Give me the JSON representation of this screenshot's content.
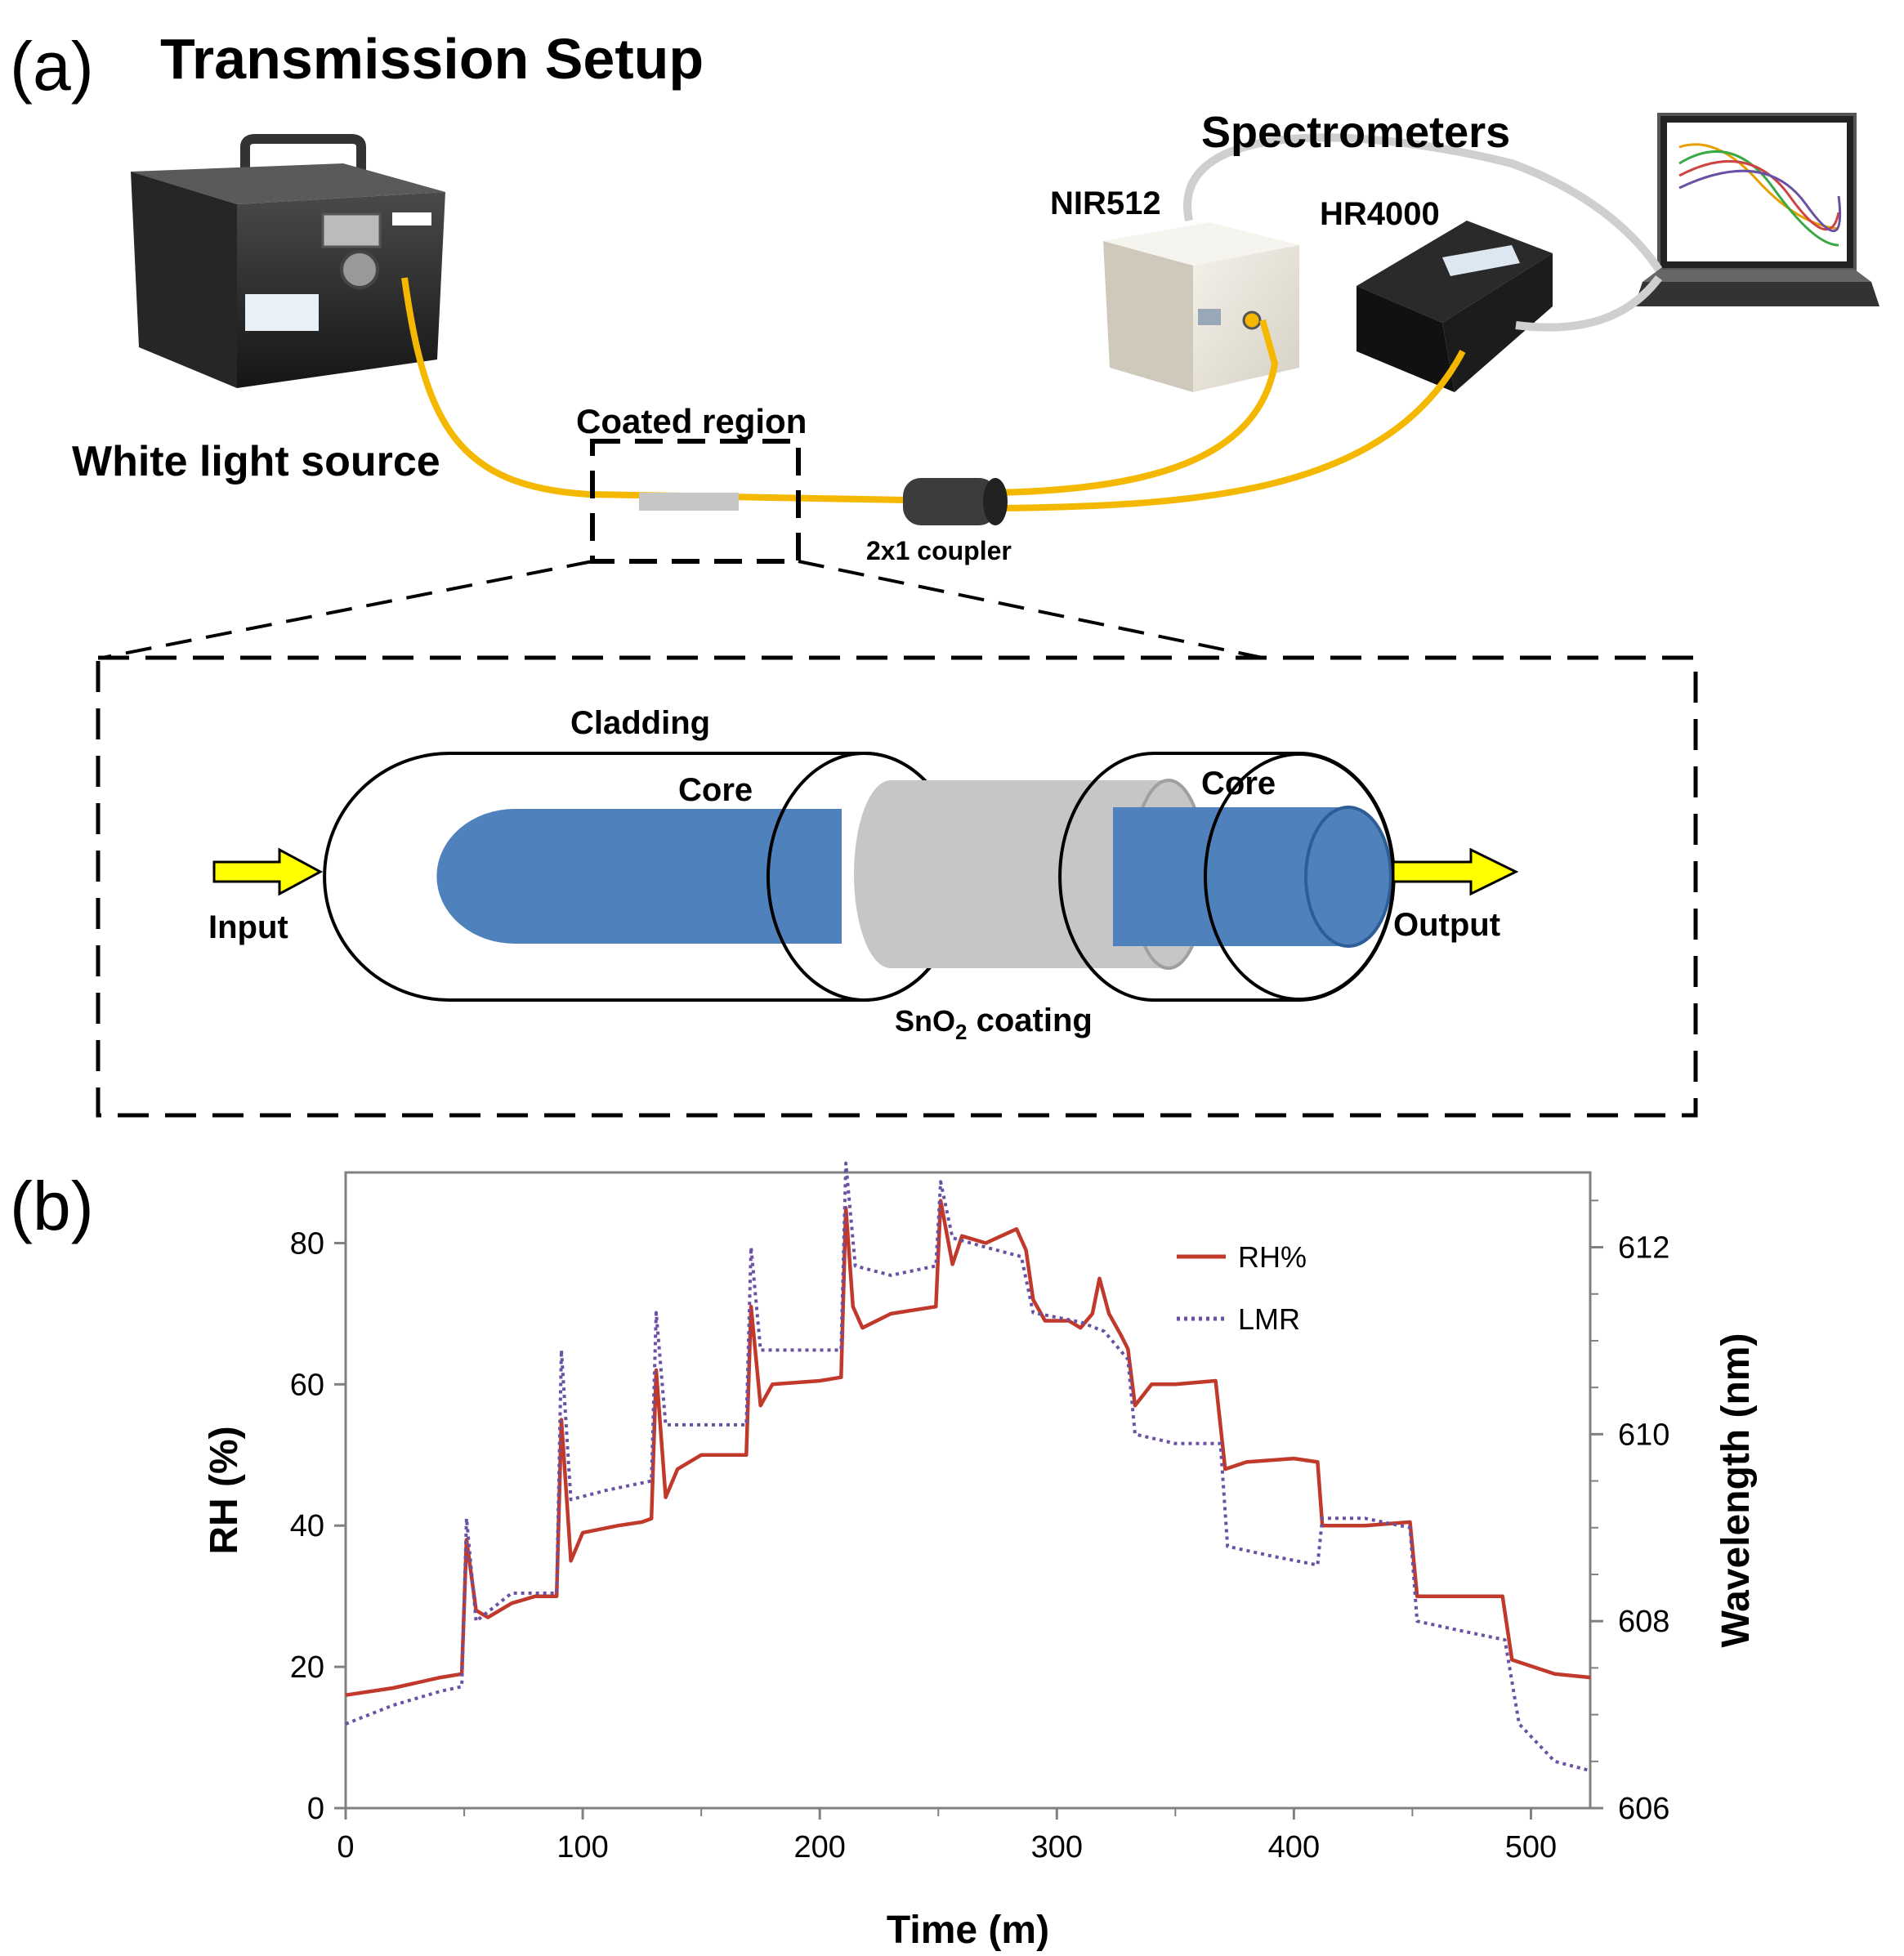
{
  "panel_a": {
    "label": "(a)",
    "title": "Transmission Setup",
    "labels": {
      "spectrometers": "Spectrometers",
      "nir512": "NIR512",
      "hr4000": "HR4000",
      "white_light_source": "White light source",
      "coated_region": "Coated region",
      "coupler": "2x1 coupler",
      "cladding": "Cladding",
      "core_left": "Core",
      "core_right": "Core",
      "input": "Input",
      "output": "Output",
      "coating_prefix": "SnO",
      "coating_sub": "2",
      "coating_suffix": " coating"
    },
    "colors": {
      "fiber": "#f5b800",
      "core": "#4f81bd",
      "coating": "#c6c6c6",
      "arrow": "#ffff00"
    }
  },
  "panel_b": {
    "label": "(b)",
    "chart_data": {
      "type": "line",
      "xlabel": "Time (m)",
      "ylabel": "RH (%)",
      "y2label": "Wavelength (nm)",
      "xlim": [
        0,
        525
      ],
      "ylim": [
        0,
        90
      ],
      "y2lim": [
        606,
        612.8
      ],
      "xticks": [
        0,
        100,
        200,
        300,
        400,
        500
      ],
      "yticks": [
        0,
        20,
        40,
        60,
        80
      ],
      "y2ticks": [
        606,
        608,
        610,
        612
      ],
      "legend_position": "top-right",
      "series": [
        {
          "name": "RH%",
          "axis": "left",
          "color": "#c0392b",
          "style": "solid",
          "points": [
            [
              0,
              16
            ],
            [
              20,
              17
            ],
            [
              40,
              18.5
            ],
            [
              49,
              19
            ],
            [
              51,
              38
            ],
            [
              55,
              28
            ],
            [
              60,
              27
            ],
            [
              70,
              29
            ],
            [
              80,
              30
            ],
            [
              89,
              30
            ],
            [
              91,
              55
            ],
            [
              95,
              35
            ],
            [
              100,
              39
            ],
            [
              115,
              40
            ],
            [
              125,
              40.5
            ],
            [
              129,
              41
            ],
            [
              131,
              62
            ],
            [
              135,
              44
            ],
            [
              140,
              48
            ],
            [
              150,
              50
            ],
            [
              160,
              50
            ],
            [
              169,
              50
            ],
            [
              171,
              71
            ],
            [
              175,
              57
            ],
            [
              180,
              60
            ],
            [
              200,
              60.5
            ],
            [
              209,
              61
            ],
            [
              211,
              85
            ],
            [
              214,
              71
            ],
            [
              218,
              68
            ],
            [
              230,
              70
            ],
            [
              249,
              71
            ],
            [
              251,
              86
            ],
            [
              256,
              77
            ],
            [
              260,
              81
            ],
            [
              270,
              80
            ],
            [
              283,
              82
            ],
            [
              287,
              79
            ],
            [
              290,
              72
            ],
            [
              295,
              69
            ],
            [
              305,
              69
            ],
            [
              310,
              68
            ],
            [
              315,
              70
            ],
            [
              318,
              75
            ],
            [
              322,
              70
            ],
            [
              327,
              67
            ],
            [
              330,
              65
            ],
            [
              333,
              57
            ],
            [
              340,
              60
            ],
            [
              350,
              60
            ],
            [
              367,
              60.5
            ],
            [
              371,
              48
            ],
            [
              380,
              49
            ],
            [
              400,
              49.5
            ],
            [
              410,
              49
            ],
            [
              412,
              40
            ],
            [
              430,
              40
            ],
            [
              449,
              40.5
            ],
            [
              452,
              30
            ],
            [
              470,
              30
            ],
            [
              488,
              30
            ],
            [
              492,
              21
            ],
            [
              510,
              19
            ],
            [
              525,
              18.5
            ]
          ]
        },
        {
          "name": "LMR",
          "axis": "right",
          "color": "#6a51a3",
          "style": "dotted",
          "points": [
            [
              0,
              606.9
            ],
            [
              20,
              607.1
            ],
            [
              40,
              607.25
            ],
            [
              49,
              607.3
            ],
            [
              51,
              609.1
            ],
            [
              55,
              608
            ],
            [
              70,
              608.3
            ],
            [
              89,
              608.3
            ],
            [
              91,
              610.9
            ],
            [
              95,
              609.3
            ],
            [
              110,
              609.4
            ],
            [
              129,
              609.5
            ],
            [
              131,
              611.3
            ],
            [
              135,
              610.1
            ],
            [
              150,
              610.1
            ],
            [
              169,
              610.1
            ],
            [
              171,
              612.0
            ],
            [
              175,
              610.9
            ],
            [
              200,
              610.9
            ],
            [
              209,
              610.9
            ],
            [
              211,
              612.9
            ],
            [
              215,
              611.8
            ],
            [
              230,
              611.7
            ],
            [
              249,
              611.8
            ],
            [
              251,
              612.7
            ],
            [
              256,
              612.1
            ],
            [
              270,
              612.0
            ],
            [
              285,
              611.9
            ],
            [
              290,
              611.3
            ],
            [
              310,
              611.2
            ],
            [
              320,
              611.1
            ],
            [
              330,
              610.8
            ],
            [
              333,
              610.0
            ],
            [
              350,
              609.9
            ],
            [
              369,
              609.9
            ],
            [
              372,
              608.8
            ],
            [
              390,
              608.7
            ],
            [
              410,
              608.6
            ],
            [
              412,
              609.1
            ],
            [
              430,
              609.1
            ],
            [
              449,
              609.0
            ],
            [
              452,
              608.0
            ],
            [
              470,
              607.9
            ],
            [
              489,
              607.8
            ],
            [
              495,
              606.9
            ],
            [
              510,
              606.5
            ],
            [
              525,
              606.4
            ]
          ]
        }
      ]
    }
  }
}
